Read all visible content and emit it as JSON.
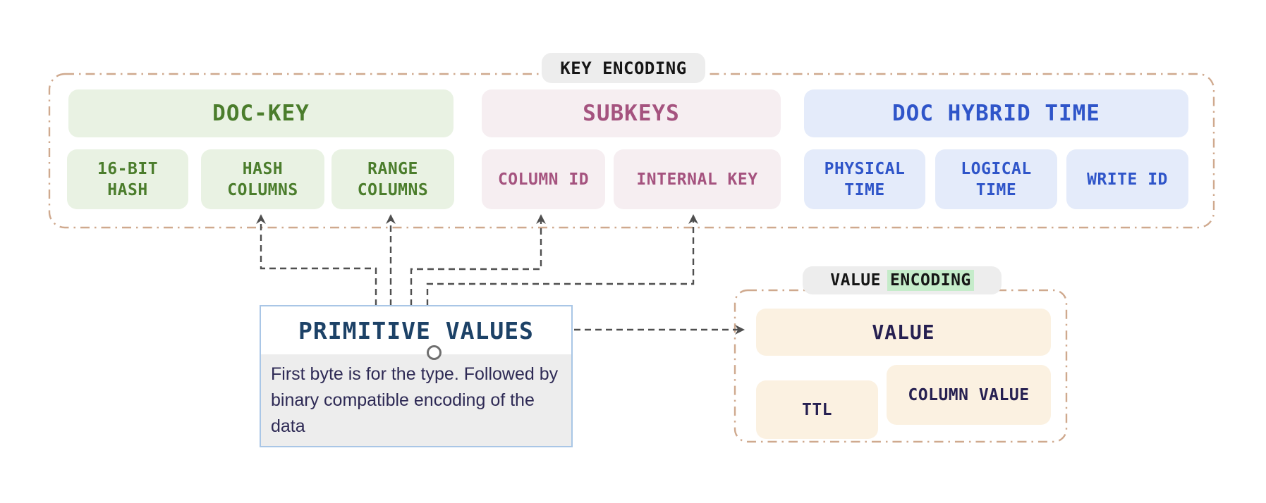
{
  "key_encoding": {
    "label": "KEY ENCODING",
    "groups": [
      {
        "title": "DOC-KEY",
        "items": [
          {
            "line1": "16-BIT",
            "line2": "HASH"
          },
          {
            "line1": "HASH",
            "line2": "COLUMNS"
          },
          {
            "line1": "RANGE",
            "line2": "COLUMNS"
          }
        ]
      },
      {
        "title": "SUBKEYS",
        "items": [
          {
            "line1": "COLUMN ID"
          },
          {
            "line1": "INTERNAL KEY"
          }
        ]
      },
      {
        "title": "DOC HYBRID TIME",
        "items": [
          {
            "line1": "PHYSICAL",
            "line2": "TIME"
          },
          {
            "line1": "LOGICAL",
            "line2": "TIME"
          },
          {
            "line1": "WRITE ID"
          }
        ]
      }
    ]
  },
  "primitive_values": {
    "title": "PRIMITIVE VALUES",
    "description_lines": [
      "First byte is for the type.",
      "Followed by binary compatible",
      "encoding of the data"
    ]
  },
  "value_encoding": {
    "label_plain": "VALUE",
    "label_highlight": "ENCODING",
    "value_label": "VALUE",
    "ttl_label": "TTL",
    "column_value_label": "COLUMN VALUE"
  },
  "icons": {
    "connector_port": "circle-port",
    "connector_arrows": "dashed-arrow-up-and-right"
  },
  "colors": {
    "green_bg": "#e9f2e3",
    "green_text": "#4b7d2c",
    "pink_bg": "#f6eef1",
    "pink_text": "#a5537f",
    "blue_bg": "#e4ebfa",
    "blue_text": "#2f55c9",
    "cream_bg": "#fbf1e1",
    "indigo_text": "#262051",
    "container_dash_border": "#cfa98e",
    "pill_bg": "#ededed",
    "highlight_green": "#c5ecca",
    "arrow_gray": "#4f4f4f",
    "card_border_blue": "#a9c6e6",
    "card_title_navy": "#1d4267",
    "card_body_text": "#2e2a55"
  }
}
